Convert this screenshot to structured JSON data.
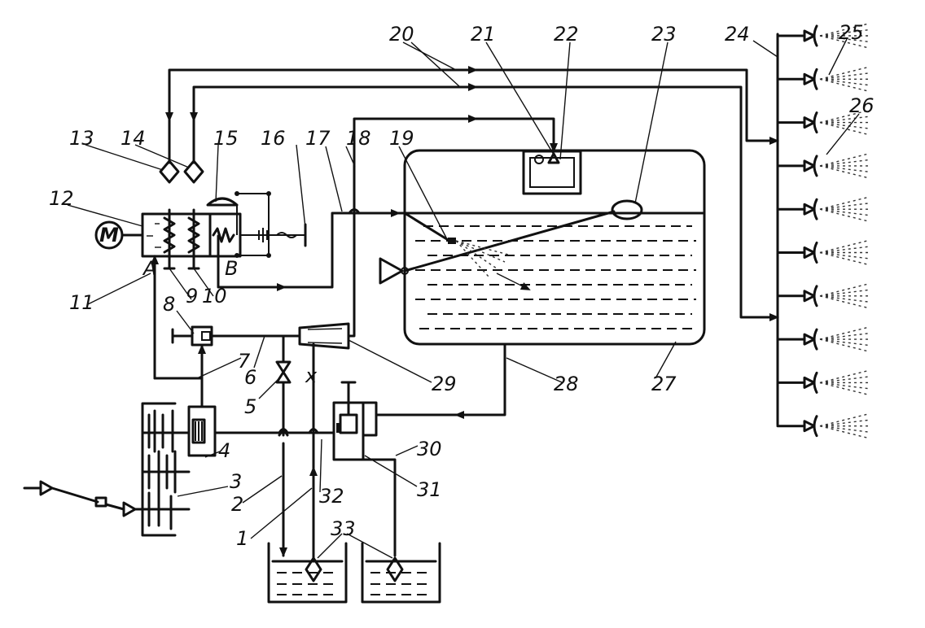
{
  "diagram": {
    "labels": {
      "l1": "1",
      "l2": "2",
      "l3": "3",
      "l4": "4",
      "l5": "5",
      "l6": "6",
      "l7": "7",
      "l8": "8",
      "l9": "9",
      "l10": "10",
      "l11": "11",
      "l12": "12",
      "l13": "13",
      "l14": "14",
      "l15": "15",
      "l16": "16",
      "l17": "17",
      "l18": "18",
      "l19": "19",
      "l20": "20",
      "l21": "21",
      "l22": "22",
      "l23": "23",
      "l24": "24",
      "l25": "25",
      "l26": "26",
      "l27": "27",
      "l28": "28",
      "l29": "29",
      "l30": "30",
      "l31": "31",
      "l32": "32",
      "l33": "33"
    },
    "port_labels": {
      "a": "A",
      "b": "B",
      "motor": "M",
      "x": "x"
    },
    "nozzle_count": 10
  }
}
